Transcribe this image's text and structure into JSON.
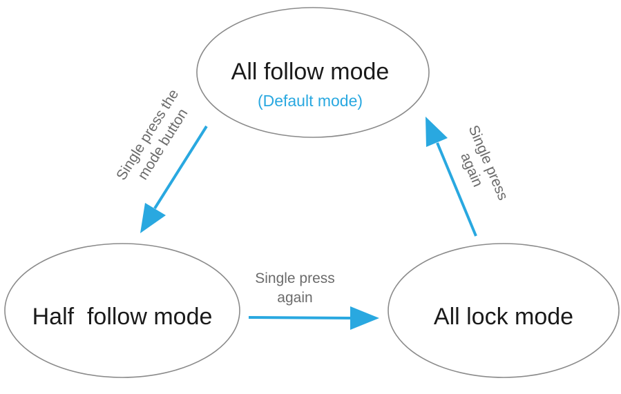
{
  "nodes": {
    "all_follow": {
      "title": "All follow mode",
      "subtitle": "(Default mode)"
    },
    "half_follow": {
      "title": "Half  follow mode"
    },
    "all_lock": {
      "title": "All lock mode"
    }
  },
  "edges": {
    "to_half": {
      "line1": "Single press the",
      "line2": "mode button"
    },
    "to_lock": {
      "line1": "Single press",
      "line2": "again"
    },
    "to_all": {
      "line1": "Single press",
      "line2": "again"
    }
  },
  "colors": {
    "arrow": "#29a8e0",
    "subtitle": "#29a8e0",
    "outline": "#8a8a8a",
    "label": "#6b6b6b",
    "title": "#1a1a1a"
  }
}
